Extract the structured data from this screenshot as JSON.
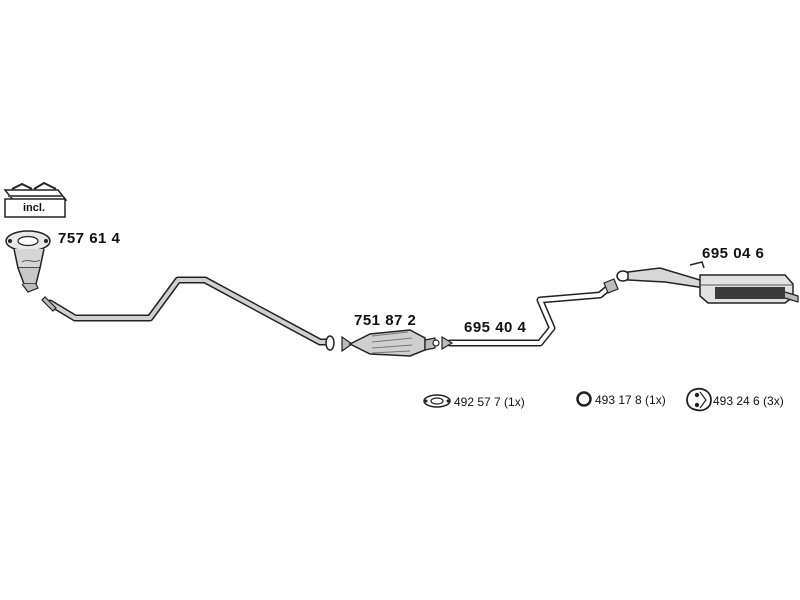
{
  "parts": {
    "front_pipe": "757 61 4",
    "catalytic_converter": "751 87 2",
    "middle_pipe": "695 40 4",
    "rear_silencer": "695 04 6"
  },
  "kit_badge": "incl.",
  "accessories": {
    "gasket": "492 57 7 (1x)",
    "ring": "493 17 8 (1x)",
    "hanger": "493 24 6 (3x)"
  }
}
